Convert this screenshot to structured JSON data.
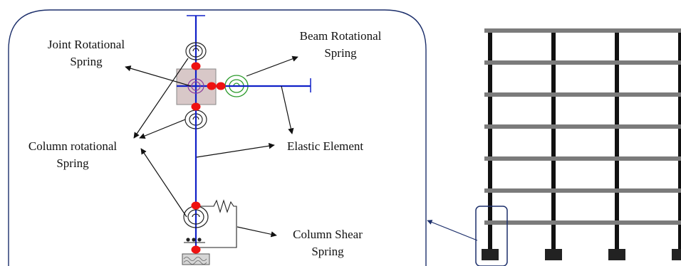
{
  "labels": {
    "joint_line1": "Joint Rotational",
    "joint_line2": "Spring",
    "beam_line1": "Beam Rotational",
    "beam_line2": "Spring",
    "column_line1": "Column rotational",
    "column_line2": "Spring",
    "elastic": "Elastic Element",
    "shear_line1": "Column Shear",
    "shear_line2": "Spring"
  },
  "frame": {
    "stories": 7,
    "bays": 3
  },
  "colors": {
    "element": "#1020c8",
    "hinge": "#ee1111",
    "beam_spring": "#2a9a2a",
    "joint_spring": "#8a3a9a",
    "frame_beam": "#7b7b7b",
    "frame_column": "#111111",
    "callout_border": "#1c2f6b"
  }
}
